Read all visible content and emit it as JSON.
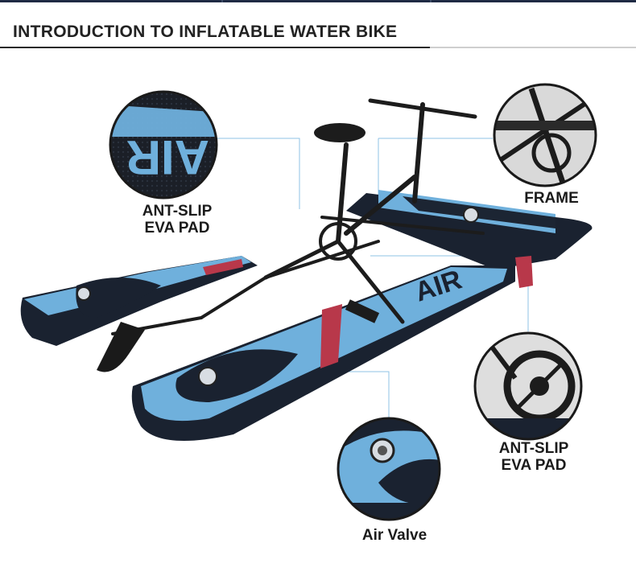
{
  "header": {
    "title": "INTRODUCTION TO INFLATABLE WATER BIKE"
  },
  "callouts": [
    {
      "line1": "ANT-SLIP",
      "line2": "EVA PAD"
    },
    {
      "line1": "FRAME"
    },
    {
      "line1": "ANT-SLIP",
      "line2": "EVA PAD"
    },
    {
      "line1": "Air Valve"
    }
  ],
  "product": {
    "hull_text": "AIR"
  },
  "colors": {
    "hull_blue": "#6fb0dc",
    "hull_dark": "#1a2230",
    "stripe_red": "#b8384a",
    "frame_black": "#1c1c1c",
    "callout_line": "#8fc3e6"
  }
}
